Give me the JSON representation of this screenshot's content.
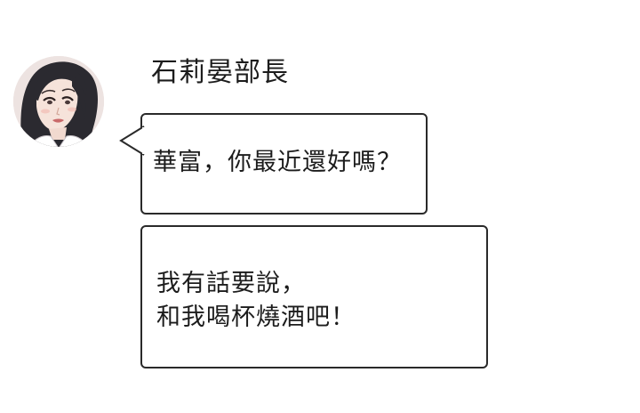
{
  "sender": {
    "name": "石莉晏部長",
    "avatar_icon": "woman-portrait-avatar"
  },
  "messages": [
    {
      "lines": [
        "華富，你最近還好嗎？"
      ]
    },
    {
      "lines": [
        "我有話要說，",
        "和我喝杯燒酒吧！"
      ]
    }
  ],
  "colors": {
    "background": "#ffffff",
    "bubble_border": "#2a2a2a",
    "text": "#1c1c1c"
  }
}
